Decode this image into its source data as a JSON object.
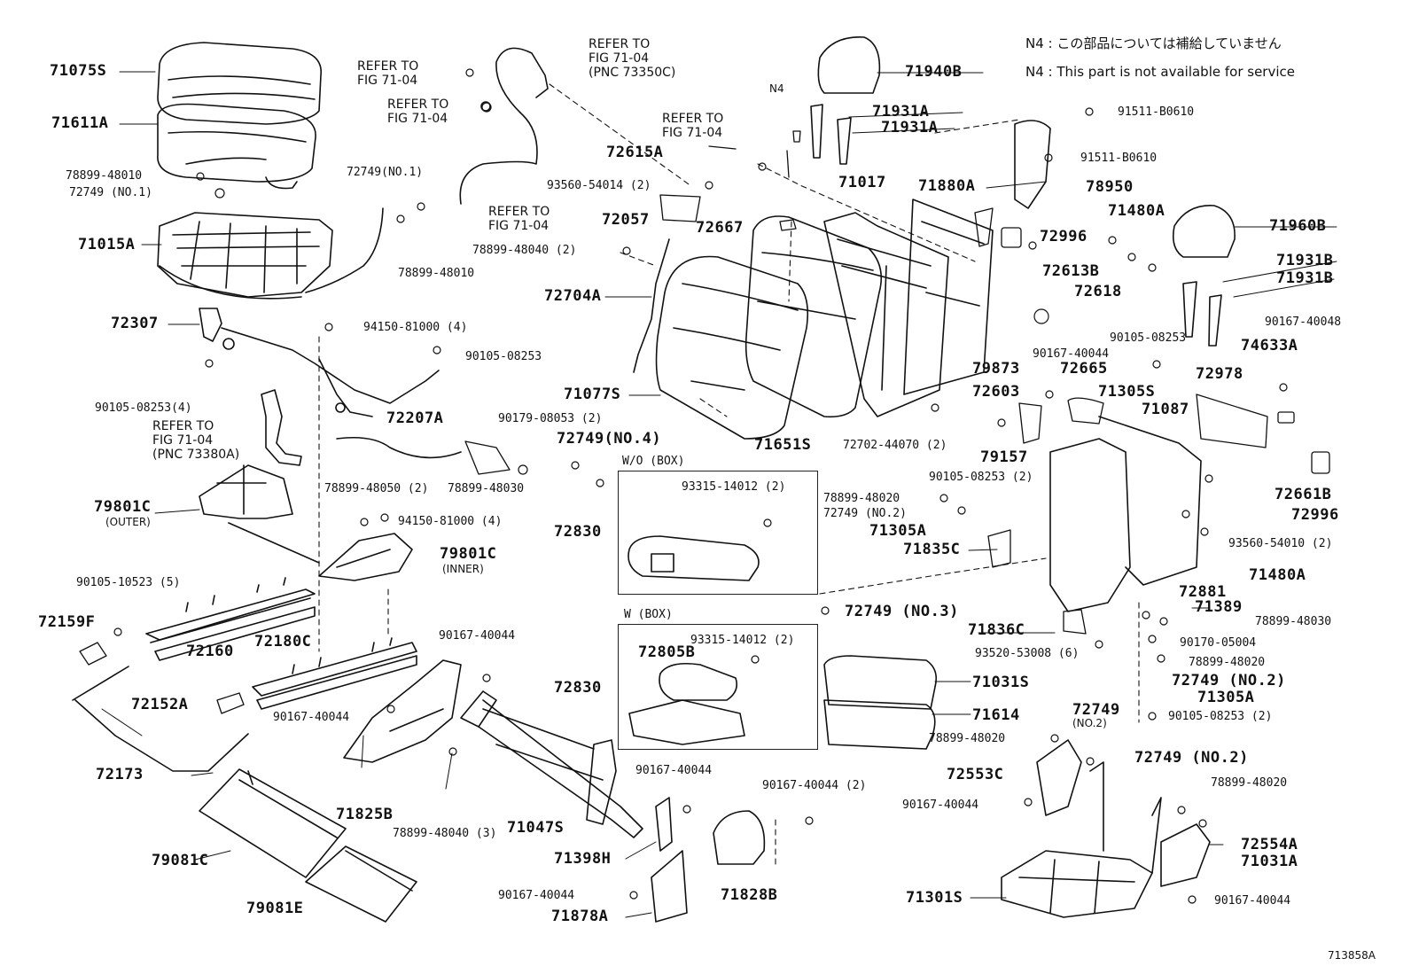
{
  "notes": {
    "n4_jp": "N4 : この部品については補給していません",
    "n4_en": "N4 : This part is not available for service",
    "n4_marker": "N4"
  },
  "figure_code": "713858A",
  "boxes": {
    "wo_box": "W/O (BOX)",
    "w_box": "W (BOX)"
  },
  "refer_notes": {
    "r1": "REFER TO\nFIG 71-04",
    "r2": "REFER TO\nFIG 71-04",
    "r3": "REFER TO\nFIG 71-04\n(PNC 73350C)",
    "r4": "REFER TO\nFIG 71-04",
    "r5": "REFER TO\nFIG 71-04",
    "r6": "REFER TO\nFIG 71-04\n(PNC 73380A)"
  },
  "side_tags": {
    "outer": "(OUTER)",
    "inner": "(INNER)",
    "no2": "(NO.2)"
  },
  "part_labels": {
    "p71075s": "71075S",
    "p71611a": "71611A",
    "p78899_48010_a": "78899-48010",
    "p72749_no1_a": "72749 (NO.1)",
    "p71015a": "71015A",
    "p72749_no1_b": "72749(NO.1)",
    "p78899_48010_b": "78899-48010",
    "p72307": "72307",
    "p94150_81000_a": "94150-81000 (4)",
    "p90105_08253_a": "90105-08253",
    "p90105_08253_4": "90105-08253(4)",
    "p72207a": "72207A",
    "p90179_08053": "90179-08053 (2)",
    "p72749_no4": "72749(NO.4)",
    "p79801c_out": "79801C",
    "p78899_48050": "78899-48050 (2)",
    "p78899_48030_a": "78899-48030",
    "p94150_81000_b": "94150-81000 (4)",
    "p79801c_in": "79801C",
    "p90105_10523": "90105-10523 (5)",
    "p72159f": "72159F",
    "p72160": "72160",
    "p72180c": "72180C",
    "p72152a": "72152A",
    "p72173": "72173",
    "p79081c": "79081C",
    "p79081e": "79081E",
    "p90167_40044_a": "90167-40044",
    "p90167_40044_b": "90167-40044",
    "p71825b": "71825B",
    "p78899_48040_3": "78899-48040 (3)",
    "p71047s": "71047S",
    "p90167_40044_c": "90167-40044",
    "p71398h": "71398H",
    "p90167_40044_d": "90167-40044",
    "p71878a": "71878A",
    "p90167_40044_2": "90167-40044 (2)",
    "p71828b": "71828B",
    "p93560_54014": "93560-54014 (2)",
    "p72057": "72057",
    "p78899_48040_2": "78899-48040 (2)",
    "p72704a": "72704A",
    "p72615a": "72615A",
    "p72667": "72667",
    "p71077s": "71077S",
    "p71651s": "71651S",
    "p71940b": "71940B",
    "p71931a_1": "71931A",
    "p71931a_2": "71931A",
    "p71017": "71017",
    "p71880a": "71880A",
    "p91511_b0610_a": "91511-B0610",
    "p91511_b0610_b": "91511-B0610",
    "p78950": "78950",
    "p71480a_a": "71480A",
    "p71960b": "71960B",
    "p72996_a": "72996",
    "p72613b": "72613B",
    "p72618": "72618",
    "p71931b_1": "71931B",
    "p71931b_2": "71931B",
    "p90167_40048": "90167-40048",
    "p90105_08253_b": "90105-08253",
    "p74633a": "74633A",
    "p90167_40044_e": "90167-40044",
    "p79873": "79873",
    "p72665": "72665",
    "p72978": "72978",
    "p72603": "72603",
    "p71305s": "71305S",
    "p71087": "71087",
    "p72702_44070": "72702-44070 (2)",
    "p79157": "79157",
    "p90105_08253_2": "90105-08253 (2)",
    "p72661b": "72661B",
    "p72996_b": "72996",
    "p93315_14012_a": "93315-14012 (2)",
    "p72830_a": "72830",
    "p78899_48020_a": "78899-48020",
    "p72749_no2_a": "72749 (NO.2)",
    "p71305a_a": "71305A",
    "p71835c": "71835C",
    "p93560_54010": "93560-54010 (2)",
    "p71480a_b": "71480A",
    "p72749_no3": "72749 (NO.3)",
    "p72881": "72881",
    "p71389": "71389",
    "p78899_48030_b": "78899-48030",
    "p71836c": "71836C",
    "p90170_05004": "90170-05004",
    "p93520_53008": "93520-53008 (6)",
    "p78899_48020_b": "78899-48020",
    "p72749_no2_b": "72749 (NO.2)",
    "p71305a_b": "71305A",
    "p93315_14012_b": "93315-14012 (2)",
    "p72805b": "72805B",
    "p72830_b": "72830",
    "p71031s": "71031S",
    "p71614": "71614",
    "p72749_no2_c": "72749",
    "p90105_08253_c": "90105-08253 (2)",
    "p78899_48020_c": "78899-48020",
    "p72553c": "72553C",
    "p90167_40044_f": "90167-40044",
    "p72749_no2_d": "72749 (NO.2)",
    "p78899_48020_d": "78899-48020",
    "p72554a": "72554A",
    "p71031a": "71031A",
    "p71301s": "71301S",
    "p90167_40044_g": "90167-40044"
  },
  "colors": {
    "ink": "#111111",
    "paper": "#ffffff"
  }
}
